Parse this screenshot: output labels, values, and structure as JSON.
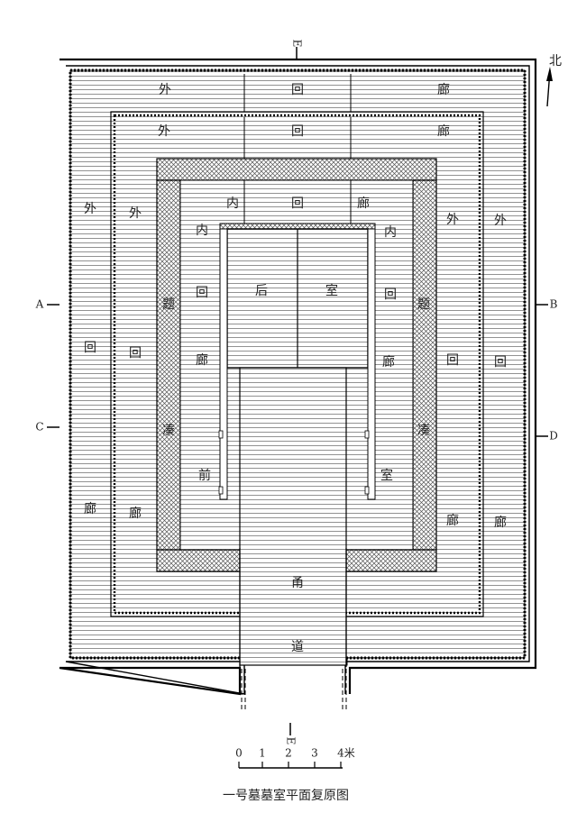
{
  "labels": {
    "outer_top_1": "外",
    "outer_top_2": "回",
    "outer_top_3": "廊",
    "outer2_top_1": "外",
    "outer2_top_2": "回",
    "outer2_top_3": "廊",
    "inner_top_1": "内",
    "inner_top_2": "回",
    "inner_top_3": "廊",
    "outer_left_1": "外",
    "outer_left_2": "回",
    "outer_left_3": "廊",
    "outer2_left_1": "外",
    "outer2_left_2": "回",
    "outer2_left_3": "廊",
    "outer_right_1": "外",
    "outer_right_2": "回",
    "outer_right_3": "廊",
    "outer2_right_1": "外",
    "outer2_right_2": "回",
    "outer2_right_3": "廊",
    "ticou_left_1": "题",
    "ticou_left_2": "凑",
    "ticou_right_1": "题",
    "ticou_right_2": "凑",
    "inner_left_1": "内",
    "inner_left_2": "回",
    "inner_left_3": "廊",
    "inner_right_1": "内",
    "inner_right_2": "回",
    "inner_right_3": "廊",
    "rear_1": "后",
    "rear_2": "室",
    "front_1": "前",
    "front_2": "室",
    "passage_1": "甬",
    "passage_2": "道"
  },
  "section_marks": {
    "a": "A",
    "b": "B",
    "c": "C",
    "d": "D",
    "e": "E"
  },
  "north": "北",
  "scale": {
    "ticks": [
      "0",
      "1",
      "2",
      "3",
      "4米"
    ]
  },
  "caption": "一号墓墓室平面复原图"
}
